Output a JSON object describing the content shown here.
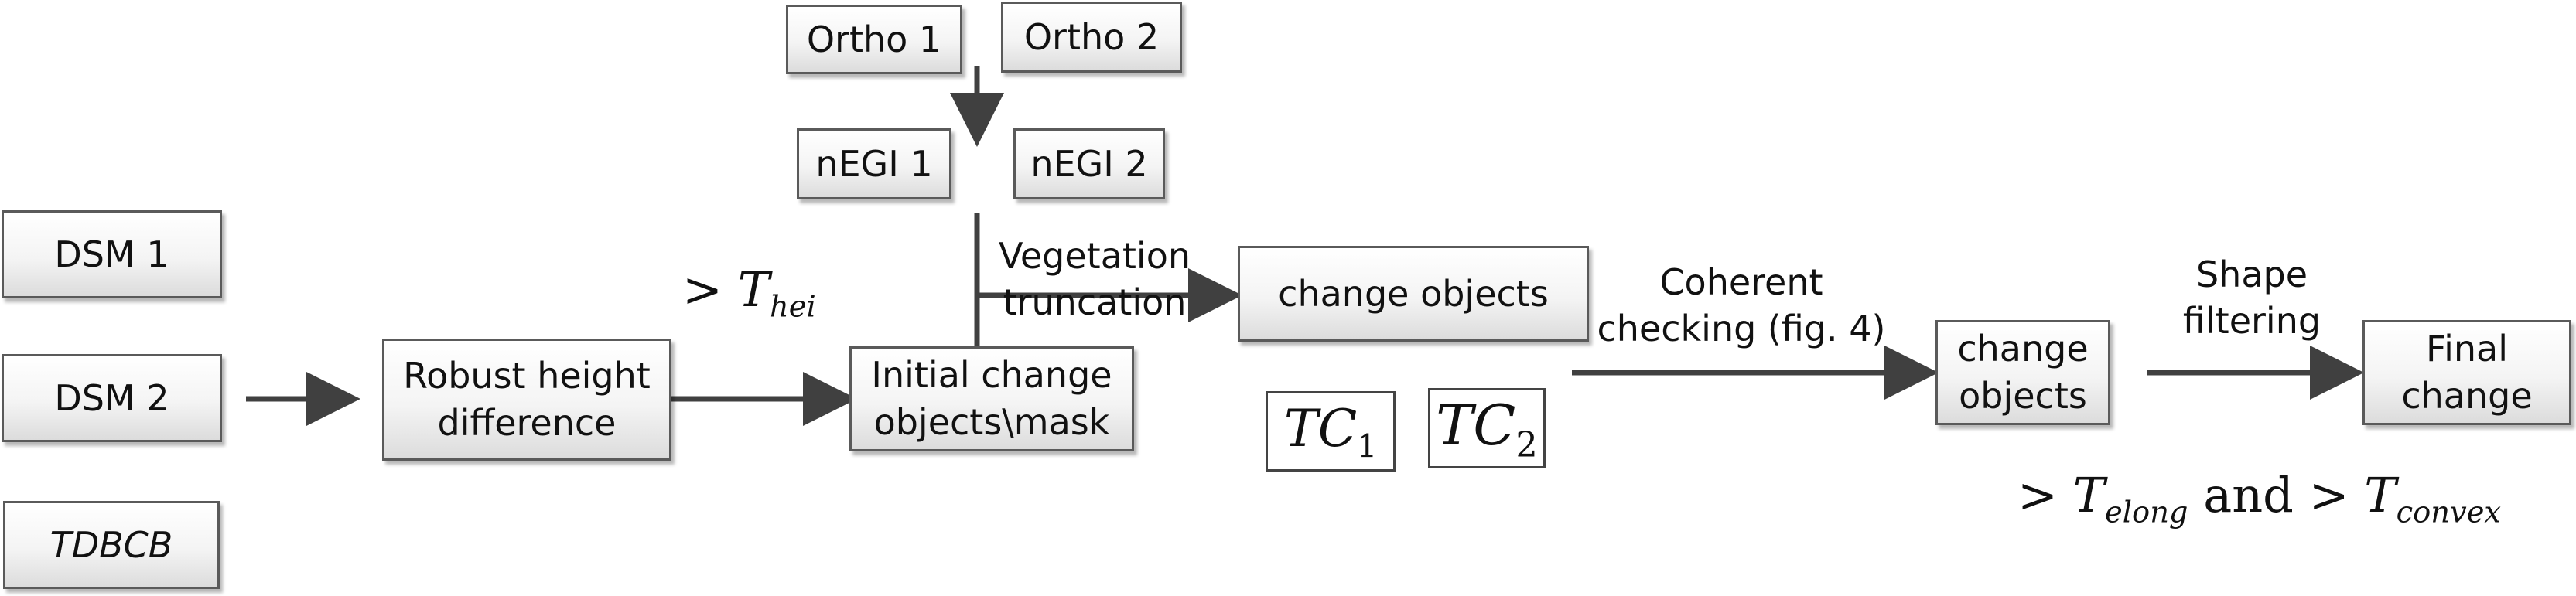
{
  "inputs": {
    "dsm1": "DSM 1",
    "dsm2": "DSM 2",
    "tdbcb": "TDBCB",
    "ortho1": "Ortho 1",
    "ortho2": "Ortho 2",
    "negi1": "nEGI 1",
    "negi2": "nEGI 2"
  },
  "processes": {
    "robust_height_line1": "Robust height",
    "robust_height_line2": "difference",
    "initial_change_line1": "Initial change",
    "initial_change_line2": "objects\\mask",
    "change_objects_1": "change objects",
    "change_objects_2_line1": "change",
    "change_objects_2_line2": "objects",
    "final_change_line1": "Final",
    "final_change_line2": "change"
  },
  "thresholds": {
    "tc1_base": "TC",
    "tc1_sub": "1",
    "tc2_base": "TC",
    "tc2_sub": "2",
    "hei_op": ">",
    "hei_base": "T",
    "hei_sub": "hei",
    "shape_op1": ">",
    "shape_base1": "T",
    "shape_sub1": "elong",
    "shape_and": "and",
    "shape_op2": ">",
    "shape_base2": "T",
    "shape_sub2": "convex"
  },
  "edge_labels": {
    "vegetation_line1": "Vegetation",
    "vegetation_line2": "truncation",
    "coherent_line1": "Coherent",
    "coherent_line2": "checking (fig. 4)",
    "shape_line1": "Shape",
    "shape_line2": "filtering"
  }
}
